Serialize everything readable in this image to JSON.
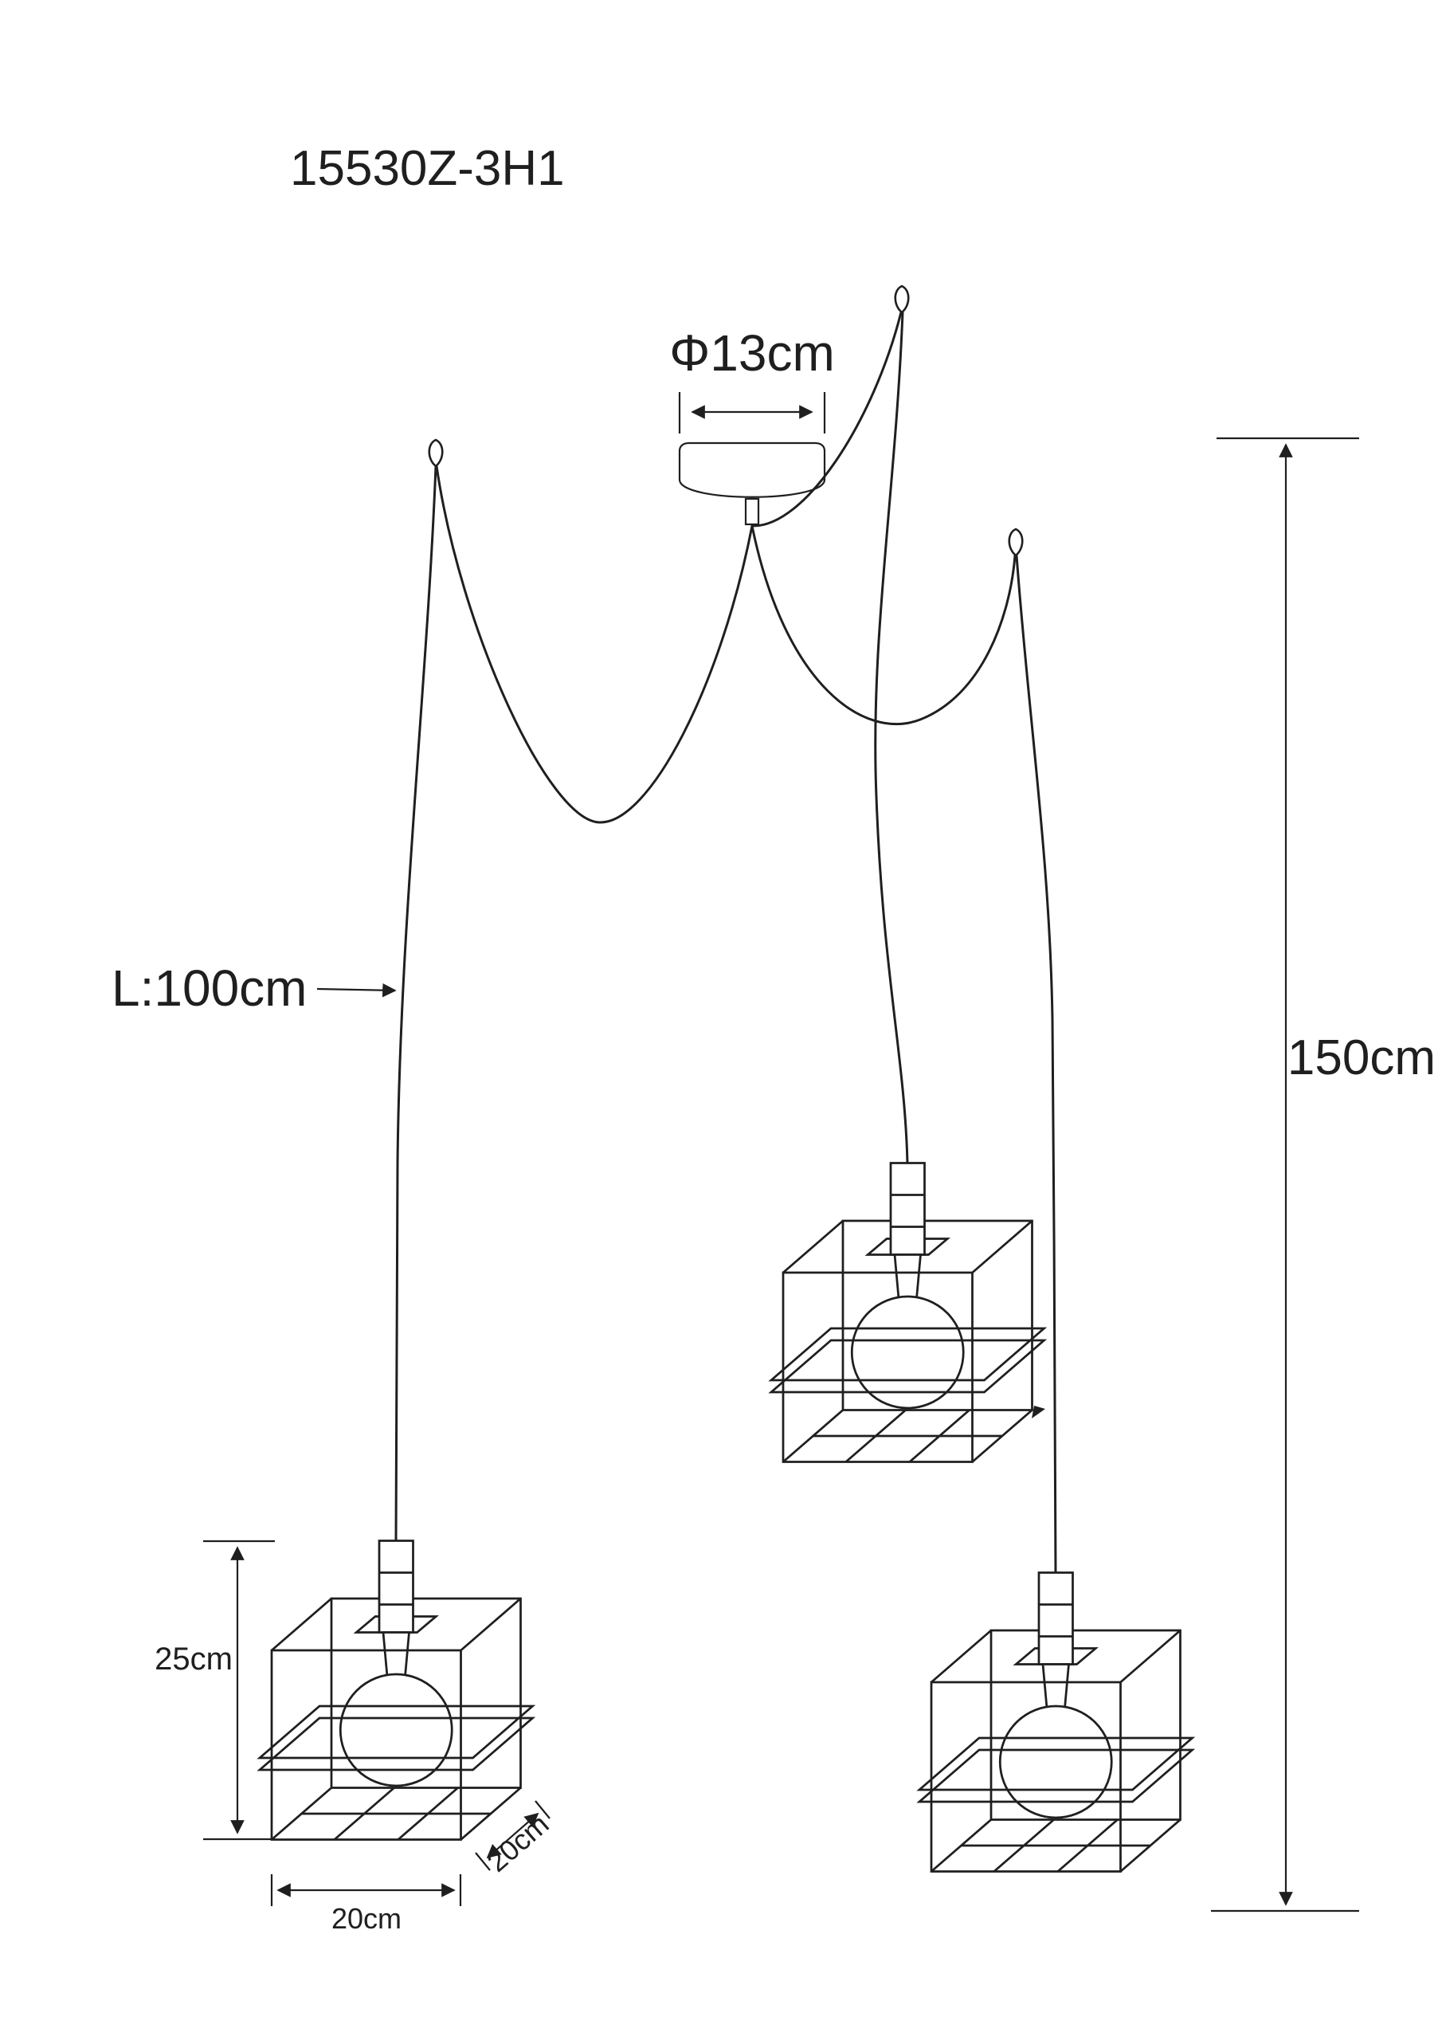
{
  "page": {
    "background": "#ffffff",
    "line_color": "#1f1f1f",
    "description_type": "technical-diagram"
  },
  "title": "15530Z-3H1",
  "labels": {
    "canopy_diameter": "Φ13cm",
    "cord_length": "L:100cm",
    "overall_height": "150cm",
    "shade_height": "25cm",
    "shade_width": "20cm",
    "shade_depth": "20cm"
  }
}
